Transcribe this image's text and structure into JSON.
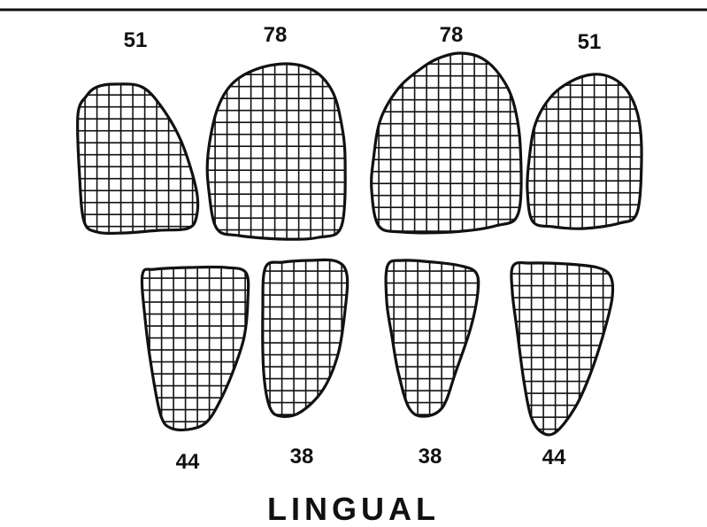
{
  "upper_row": {
    "labels": [
      "51",
      "78",
      "78",
      "51"
    ]
  },
  "lower_row": {
    "labels": [
      "44",
      "38",
      "38",
      "44"
    ]
  },
  "caption": "LINGUAL",
  "colors": {
    "ink": "#111111",
    "background": "#ffffff"
  }
}
